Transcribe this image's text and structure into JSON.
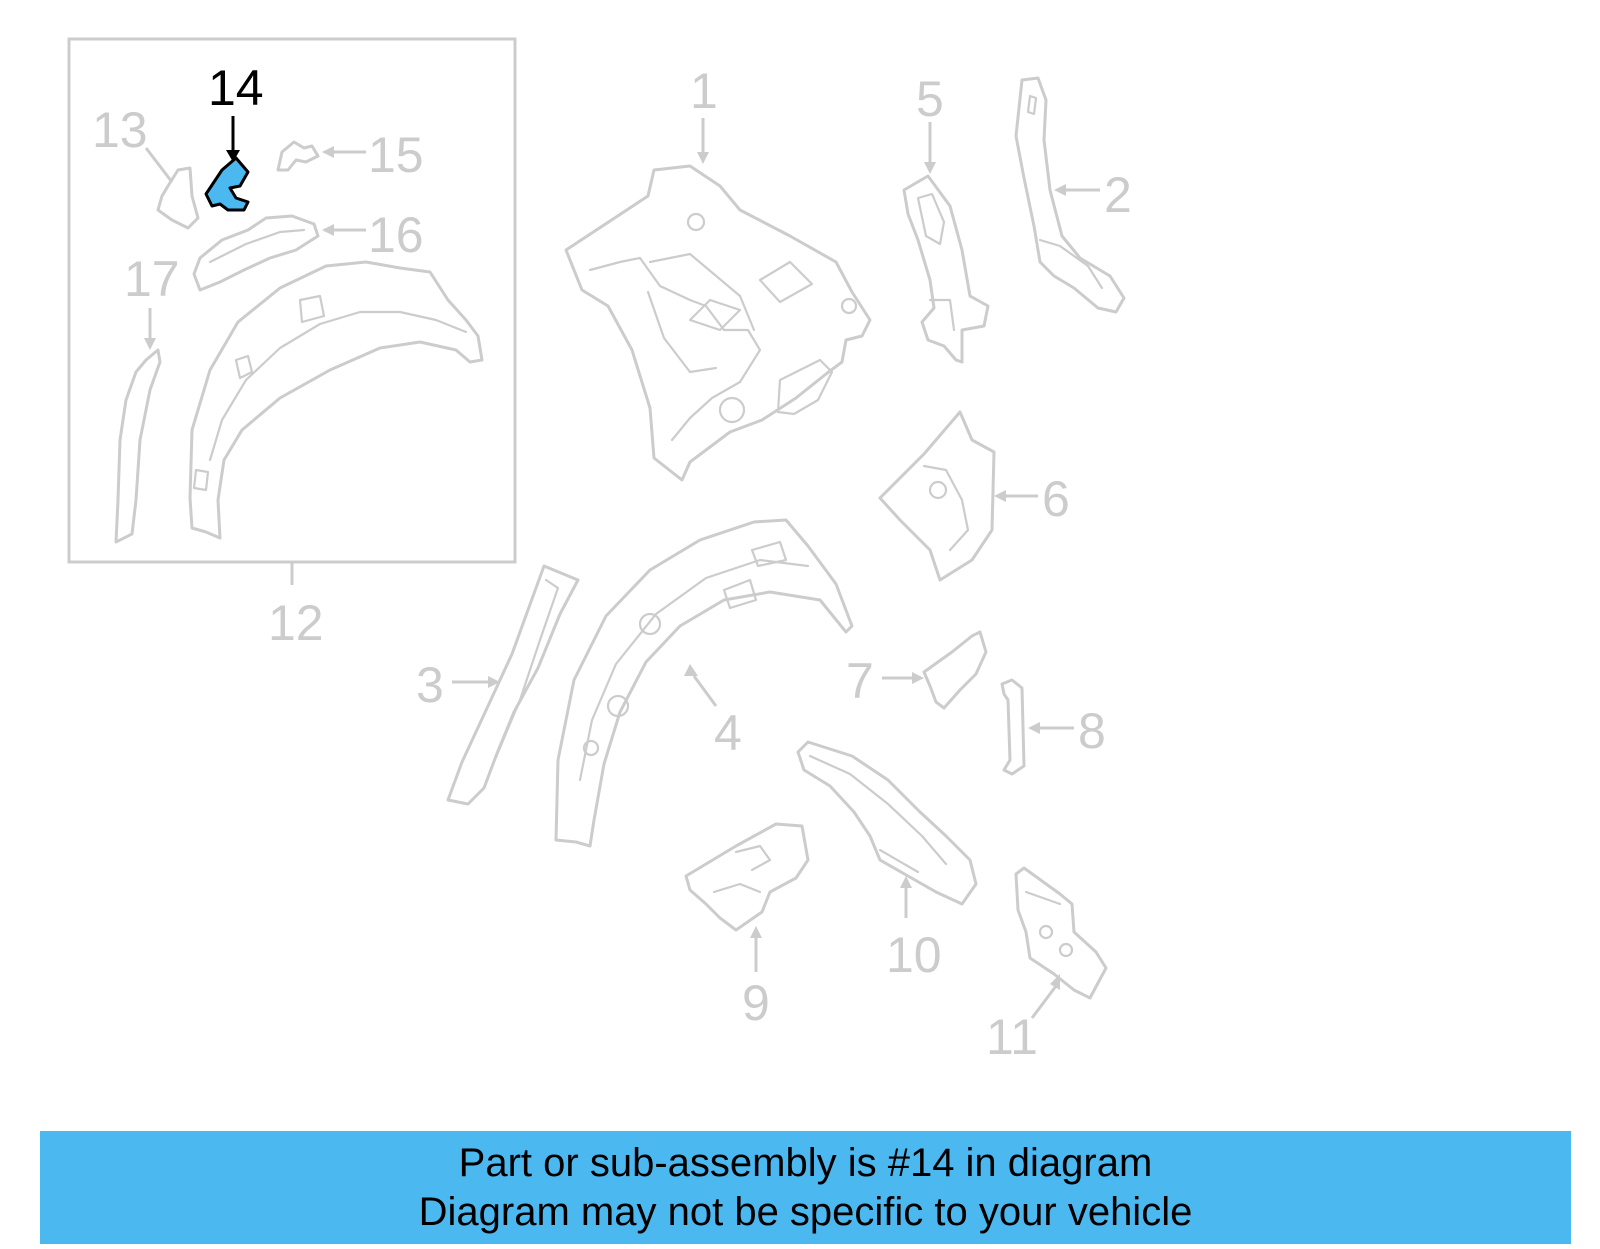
{
  "diagram": {
    "highlighted_part": "14",
    "callouts": [
      "1",
      "2",
      "3",
      "4",
      "5",
      "6",
      "7",
      "8",
      "9",
      "10",
      "11",
      "12",
      "13",
      "14",
      "15",
      "16",
      "17"
    ],
    "colors": {
      "highlight": "#4cb8f0",
      "inactive": "#cccccc",
      "active": "#000000"
    }
  },
  "banner": {
    "line1": "Part or sub-assembly is #14 in diagram",
    "line2": "Diagram may not be specific to your vehicle",
    "background": "#4cb8f0"
  }
}
